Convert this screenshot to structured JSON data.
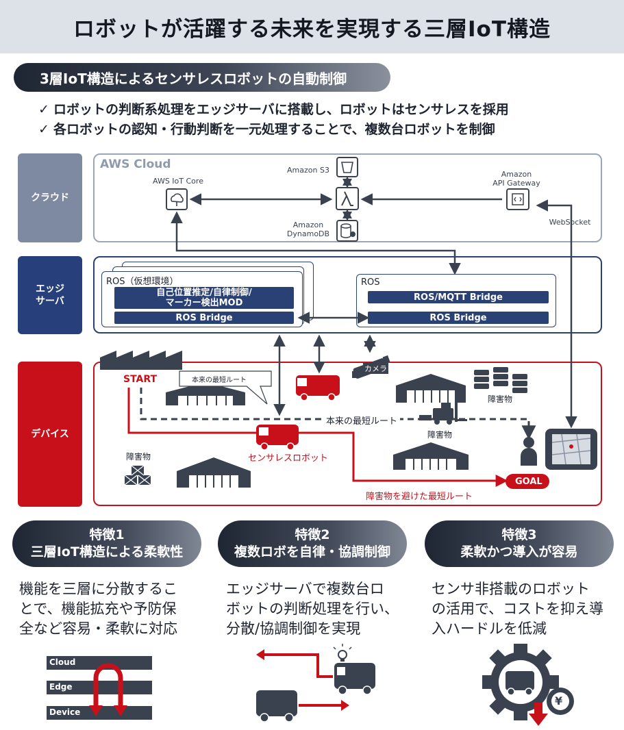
{
  "title": "ロボットが活躍する未来を実現する三層IoT構造",
  "section_title": "3層IoT構造によるセンサレスロボットの自動制御",
  "bullets": [
    "ロボットの判断系処理をエッジサーバに搭載し、ロボットはセンサレスを採用",
    "各ロボットの認知・行動判断を一元処理することで、複数台ロボットを制御"
  ],
  "check_mark": "✓",
  "layers": {
    "cloud": "クラウド",
    "edge_line1": "エッジ",
    "edge_line2": "サーバ",
    "device": "デバイス"
  },
  "cloud": {
    "title": "AWS Cloud",
    "iot_core": "AWS IoT Core",
    "s3": "Amazon S3",
    "dynamo_line1": "Amazon",
    "dynamo_line2": "DynamoDB",
    "apigw_line1": "Amazon",
    "apigw_line2": "API Gateway",
    "websocket": "WebSocket"
  },
  "edge": {
    "left_title": "ROS（仮想環境）",
    "left_bar1_line1": "自己位置推定/自律制御/",
    "left_bar1_line2": "マーカー検出MOD",
    "left_bar2": "ROS Bridge",
    "right_title": "ROS",
    "right_bar1": "ROS/MQTT Bridge",
    "right_bar2": "ROS Bridge"
  },
  "device": {
    "start": "START",
    "callout": "本来の最短ルート",
    "camera": "カメラ",
    "original_route": "本来の最短ルート",
    "obstacle": "障害物",
    "robot": "センサレスロボット",
    "goal": "GOAL",
    "avoid_route": "障害物を避けた最短ルート"
  },
  "features": [
    {
      "title1": "特徴1",
      "title2": "三層IoT構造による柔軟性",
      "desc": [
        "機能を三層に分散するこ",
        "とで、機能拡充や予防保",
        "全など容易・柔軟に対応"
      ]
    },
    {
      "title1": "特徴2",
      "title2": "複数ロボを自律・協調制御",
      "desc": [
        "エッジサーバで複数台ロ",
        "ボットの判断処理を行い、",
        "分散/協調制御を実現"
      ]
    },
    {
      "title1": "特徴3",
      "title2": "柔軟かつ導入が容易",
      "desc": [
        "センサ非搭載のロボット",
        "の活用で、コストを抑え導",
        "入ハードルを低減"
      ]
    }
  ],
  "layer_icon": {
    "cloud": "Cloud",
    "edge": "Edge",
    "device": "Device"
  },
  "yen": "¥",
  "icons": {
    "iot_core": "iot-core-icon",
    "s3": "s3-bucket-icon",
    "lambda": "lambda-icon",
    "dynamo": "dynamodb-icon",
    "apigw": "api-gateway-icon",
    "camera": "camera-icon",
    "warehouse": "warehouse-icon",
    "robot": "robot-icon",
    "tablet": "tablet-map-icon",
    "person": "person-icon",
    "gear": "gear-icon",
    "bulb": "lightbulb-icon"
  },
  "colors": {
    "navy": "#2a4176",
    "red": "#c8101a",
    "slate": "#7d8aa2",
    "dark": "#3a4250"
  }
}
